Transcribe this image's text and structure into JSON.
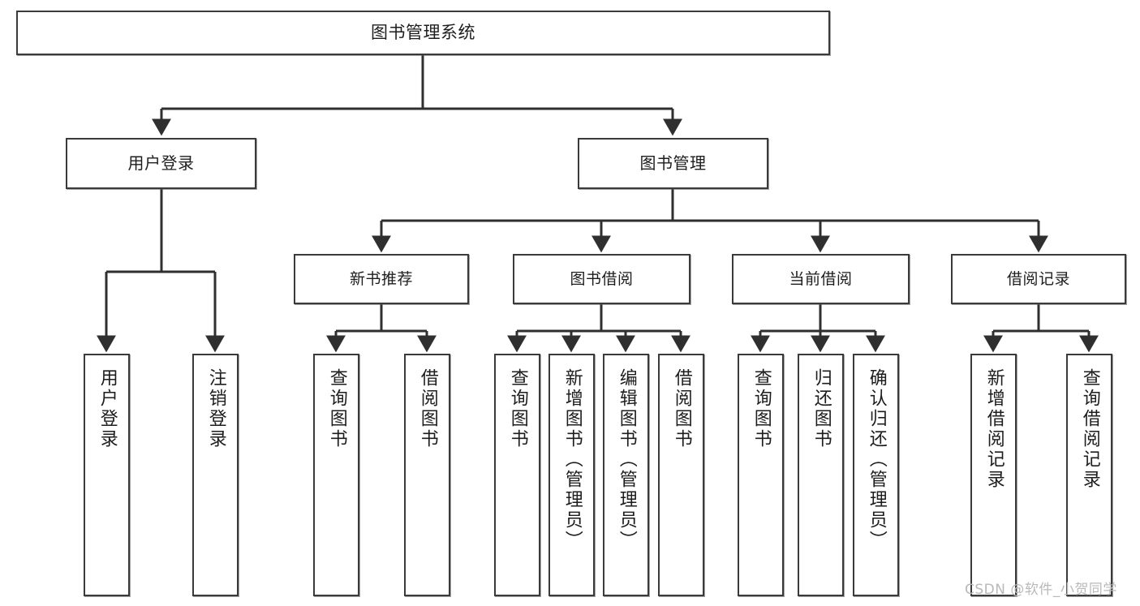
{
  "diagram": {
    "type": "tree",
    "title": "图书管理系统",
    "root": {
      "label": "图书管理系统"
    },
    "level1": [
      {
        "label": "用户登录"
      },
      {
        "label": "图书管理"
      }
    ],
    "level2": [
      {
        "label": "新书推荐"
      },
      {
        "label": "图书借阅"
      },
      {
        "label": "当前借阅"
      },
      {
        "label": "借阅记录"
      }
    ],
    "leaves": [
      {
        "label": "用户登录"
      },
      {
        "label": "注销登录"
      },
      {
        "label": "查询图书"
      },
      {
        "label": "借阅图书"
      },
      {
        "label": "查询图书"
      },
      {
        "label": "新增图书（管理员）"
      },
      {
        "label": "编辑图书（管理员）"
      },
      {
        "label": "借阅图书"
      },
      {
        "label": "查询图书"
      },
      {
        "label": "归还图书"
      },
      {
        "label": "确认归还（管理员）"
      },
      {
        "label": "新增借阅记录"
      },
      {
        "label": "查询借阅记录"
      }
    ],
    "colors": {
      "stroke": "#3a3a3a",
      "fill": "#ffffff",
      "text": "#1d1d1d",
      "watermark": "#b9b9b9"
    }
  },
  "watermark": {
    "text": "CSDN @软件_小贺同学"
  }
}
